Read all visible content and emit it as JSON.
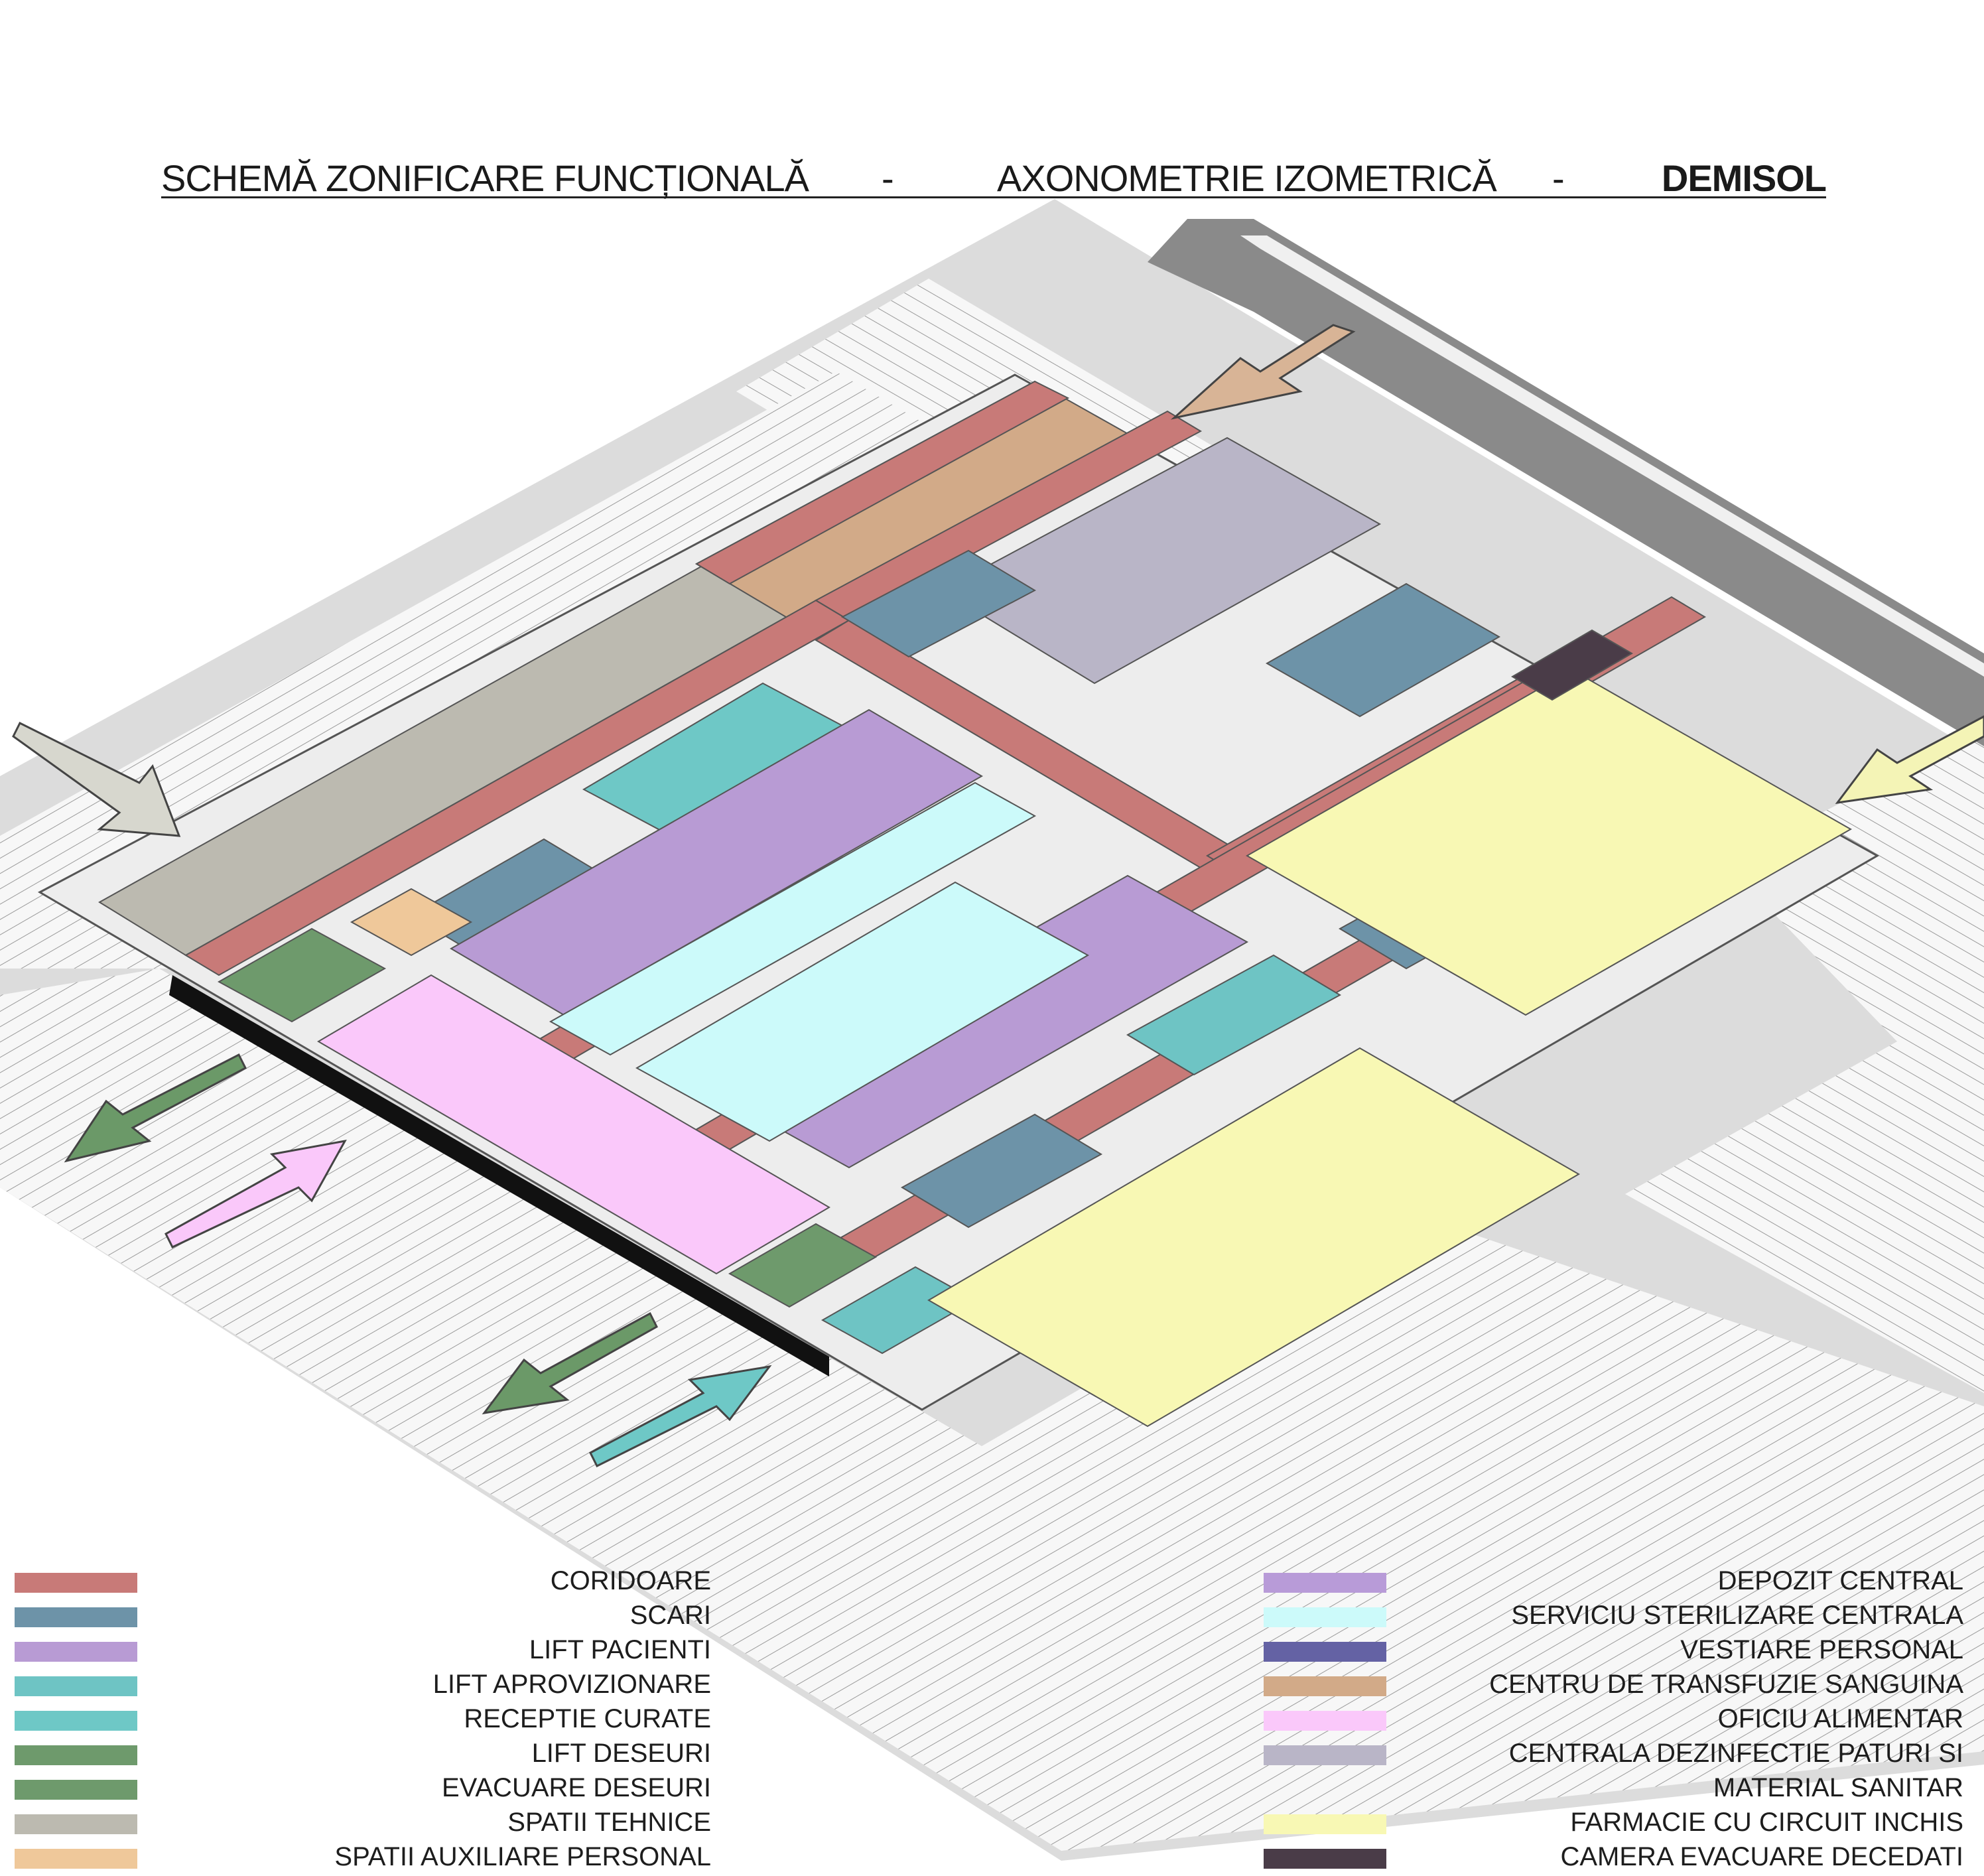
{
  "title": {
    "part1": "SCHEMĂ ZONIFICARE FUNCȚIONALĂ",
    "sep1": "-",
    "part2": "AXONOMETRIE IZOMETRICĂ",
    "sep2": "-",
    "part3": "DEMISOL"
  },
  "colors": {
    "coridoare": "#c87a78",
    "scari": "#6d93a8",
    "lift_pacienti": "#b89bd4",
    "lift_aprovizionare": "#6ec4c4",
    "receptie_curate": "#6ec8c6",
    "lift_deseuri": "#6e9a6c",
    "evacuare_deseuri": "#6e9a6c",
    "spatii_tehnice": "#bcbab0",
    "spatii_auxiliare": "#efc89a",
    "depozit_central": "#b89bd8",
    "sterilizare": "#ccfafa",
    "vestiare": "#6462a4",
    "transfuzie": "#d2aa88",
    "oficiu": "#fac8fa",
    "dezinfectie": "#b9b5c7",
    "farmacie": "#f8f8b4",
    "decedati": "#4a3c48",
    "asphalt": "#888888",
    "grass": "#8aa070"
  },
  "legend_left": [
    {
      "label": "CORIDOARE",
      "color": "#c87a78"
    },
    {
      "label": "SCARI",
      "color": "#6d93a8"
    },
    {
      "label": "LIFT PACIENTI",
      "color": "#b89bd4"
    },
    {
      "label": "LIFT APROVIZIONARE",
      "color": "#6ec4c4"
    },
    {
      "label": "RECEPTIE CURATE",
      "color": "#6ec8c6"
    },
    {
      "label": "LIFT DESEURI",
      "color": "#6e9a6c"
    },
    {
      "label": "EVACUARE DESEURI",
      "color": "#6e9a6c"
    },
    {
      "label": "SPATII TEHNICE",
      "color": "#bcbab0"
    },
    {
      "label": "SPATII AUXILIARE PERSONAL",
      "color": "#efc89a"
    }
  ],
  "legend_right": [
    {
      "label": "DEPOZIT CENTRAL",
      "color": "#b89bd8"
    },
    {
      "label": "SERVICIU STERILIZARE CENTRALA",
      "color": "#ccfafa"
    },
    {
      "label": "VESTIARE PERSONAL",
      "color": "#6462a4"
    },
    {
      "label": "CENTRU DE TRANSFUZIE SANGUINA",
      "color": "#d2aa88"
    },
    {
      "label": "OFICIU ALIMENTAR",
      "color": "#fac8fa"
    },
    {
      "label": "CENTRALA DEZINFECTIE PATURI SI",
      "color": "#b9b5c7"
    },
    {
      "label": "MATERIAL SANITAR",
      "color": null
    },
    {
      "label": "FARMACIE CU CIRCUIT INCHIS",
      "color": "#f8f8b4"
    },
    {
      "label": "CAMERA EVACUARE DECEDATI",
      "color": "#4a3c48"
    }
  ]
}
